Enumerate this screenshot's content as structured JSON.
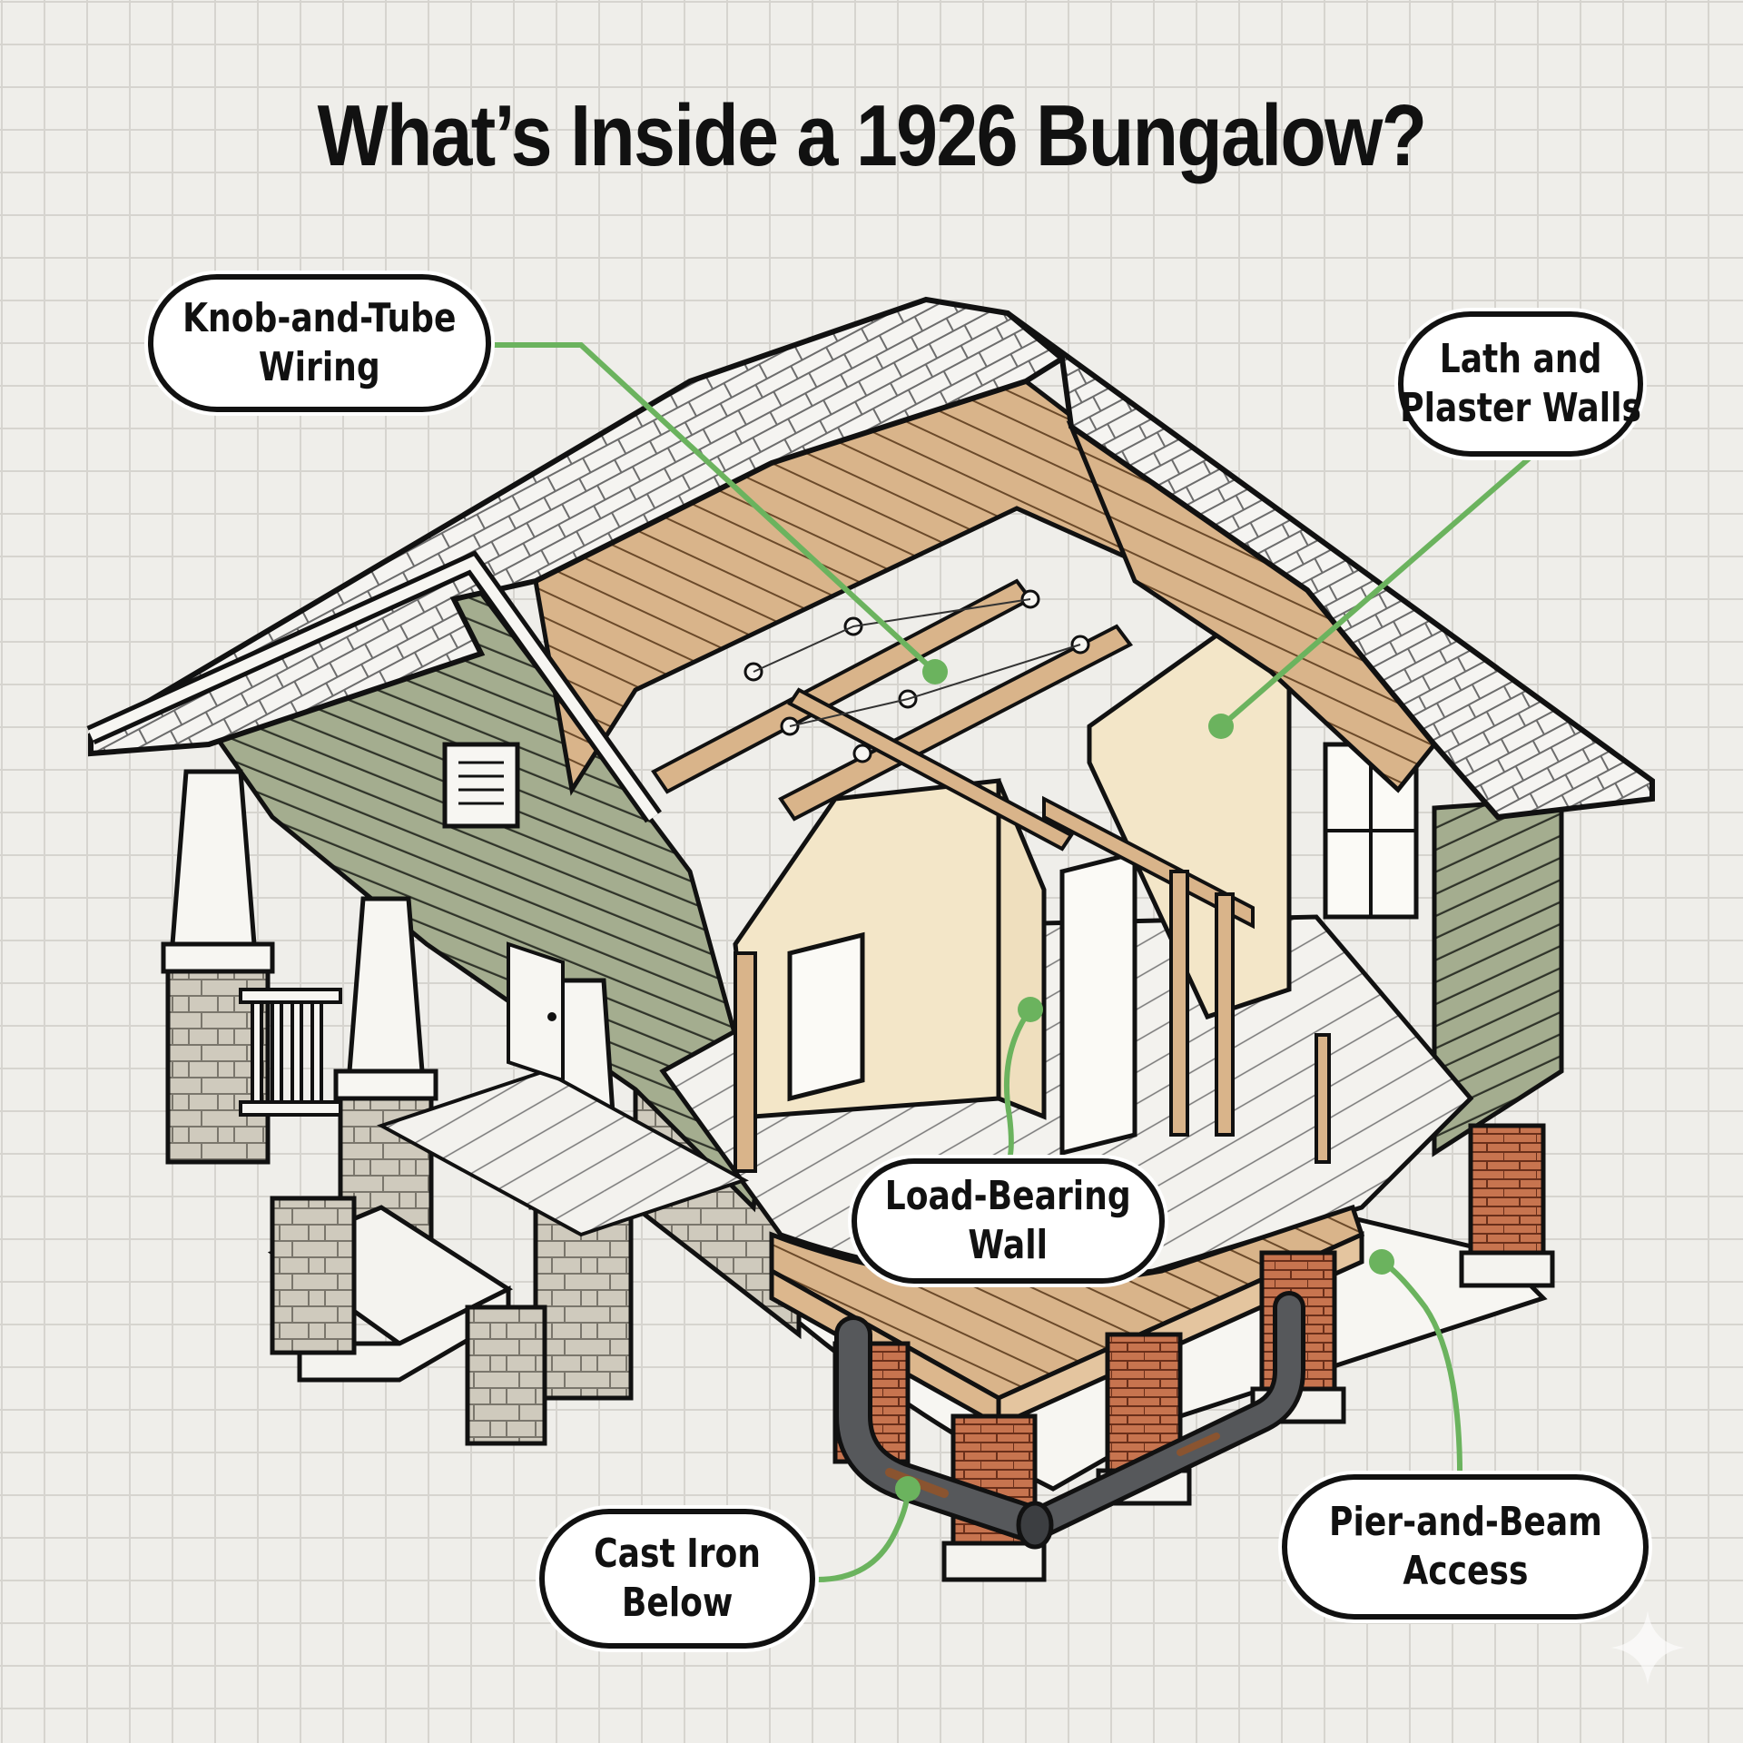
{
  "title": "What’s Inside a 1926 Bungalow?",
  "colors": {
    "background": "#efeeea",
    "grid": "#d6d4cf",
    "leader_line": "#6bb35e",
    "siding_green": "#a4ad8f",
    "wood_framing": "#d9b48a",
    "plaster_wall": "#f3e6c8",
    "brick_pier": "#c7744f",
    "cast_iron_pipe": "#55575a",
    "stone_base": "#cfcabd",
    "roof_shingle": "#f4f3f0",
    "outline": "#111111"
  },
  "callouts": [
    {
      "id": "knob-and-tube",
      "line1": "Knob-and-Tube",
      "line2": "Wiring"
    },
    {
      "id": "lath-and-plaster",
      "line1": "Lath and",
      "line2": "Plaster Walls"
    },
    {
      "id": "load-bearing",
      "line1": "Load-Bearing",
      "line2": "Wall"
    },
    {
      "id": "cast-iron",
      "line1": "Cast Iron",
      "line2": "Below"
    },
    {
      "id": "pier-and-beam",
      "line1": "Pier-and-Beam",
      "line2": "Access"
    }
  ],
  "watermark": "sparkle-icon"
}
